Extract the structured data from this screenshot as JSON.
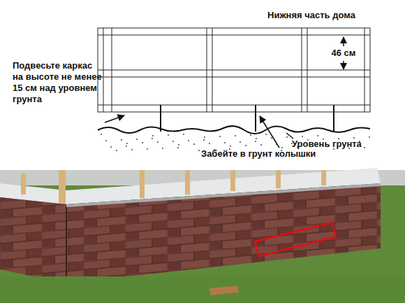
{
  "diagram": {
    "labels": [
      "Нижняя часть дома",
      "46 см",
      "Подвесьте каркас на высоте не менее 15 см над уровнем грунта",
      "Уровень грунта",
      "Забейте в грунт колышки"
    ]
  }
}
